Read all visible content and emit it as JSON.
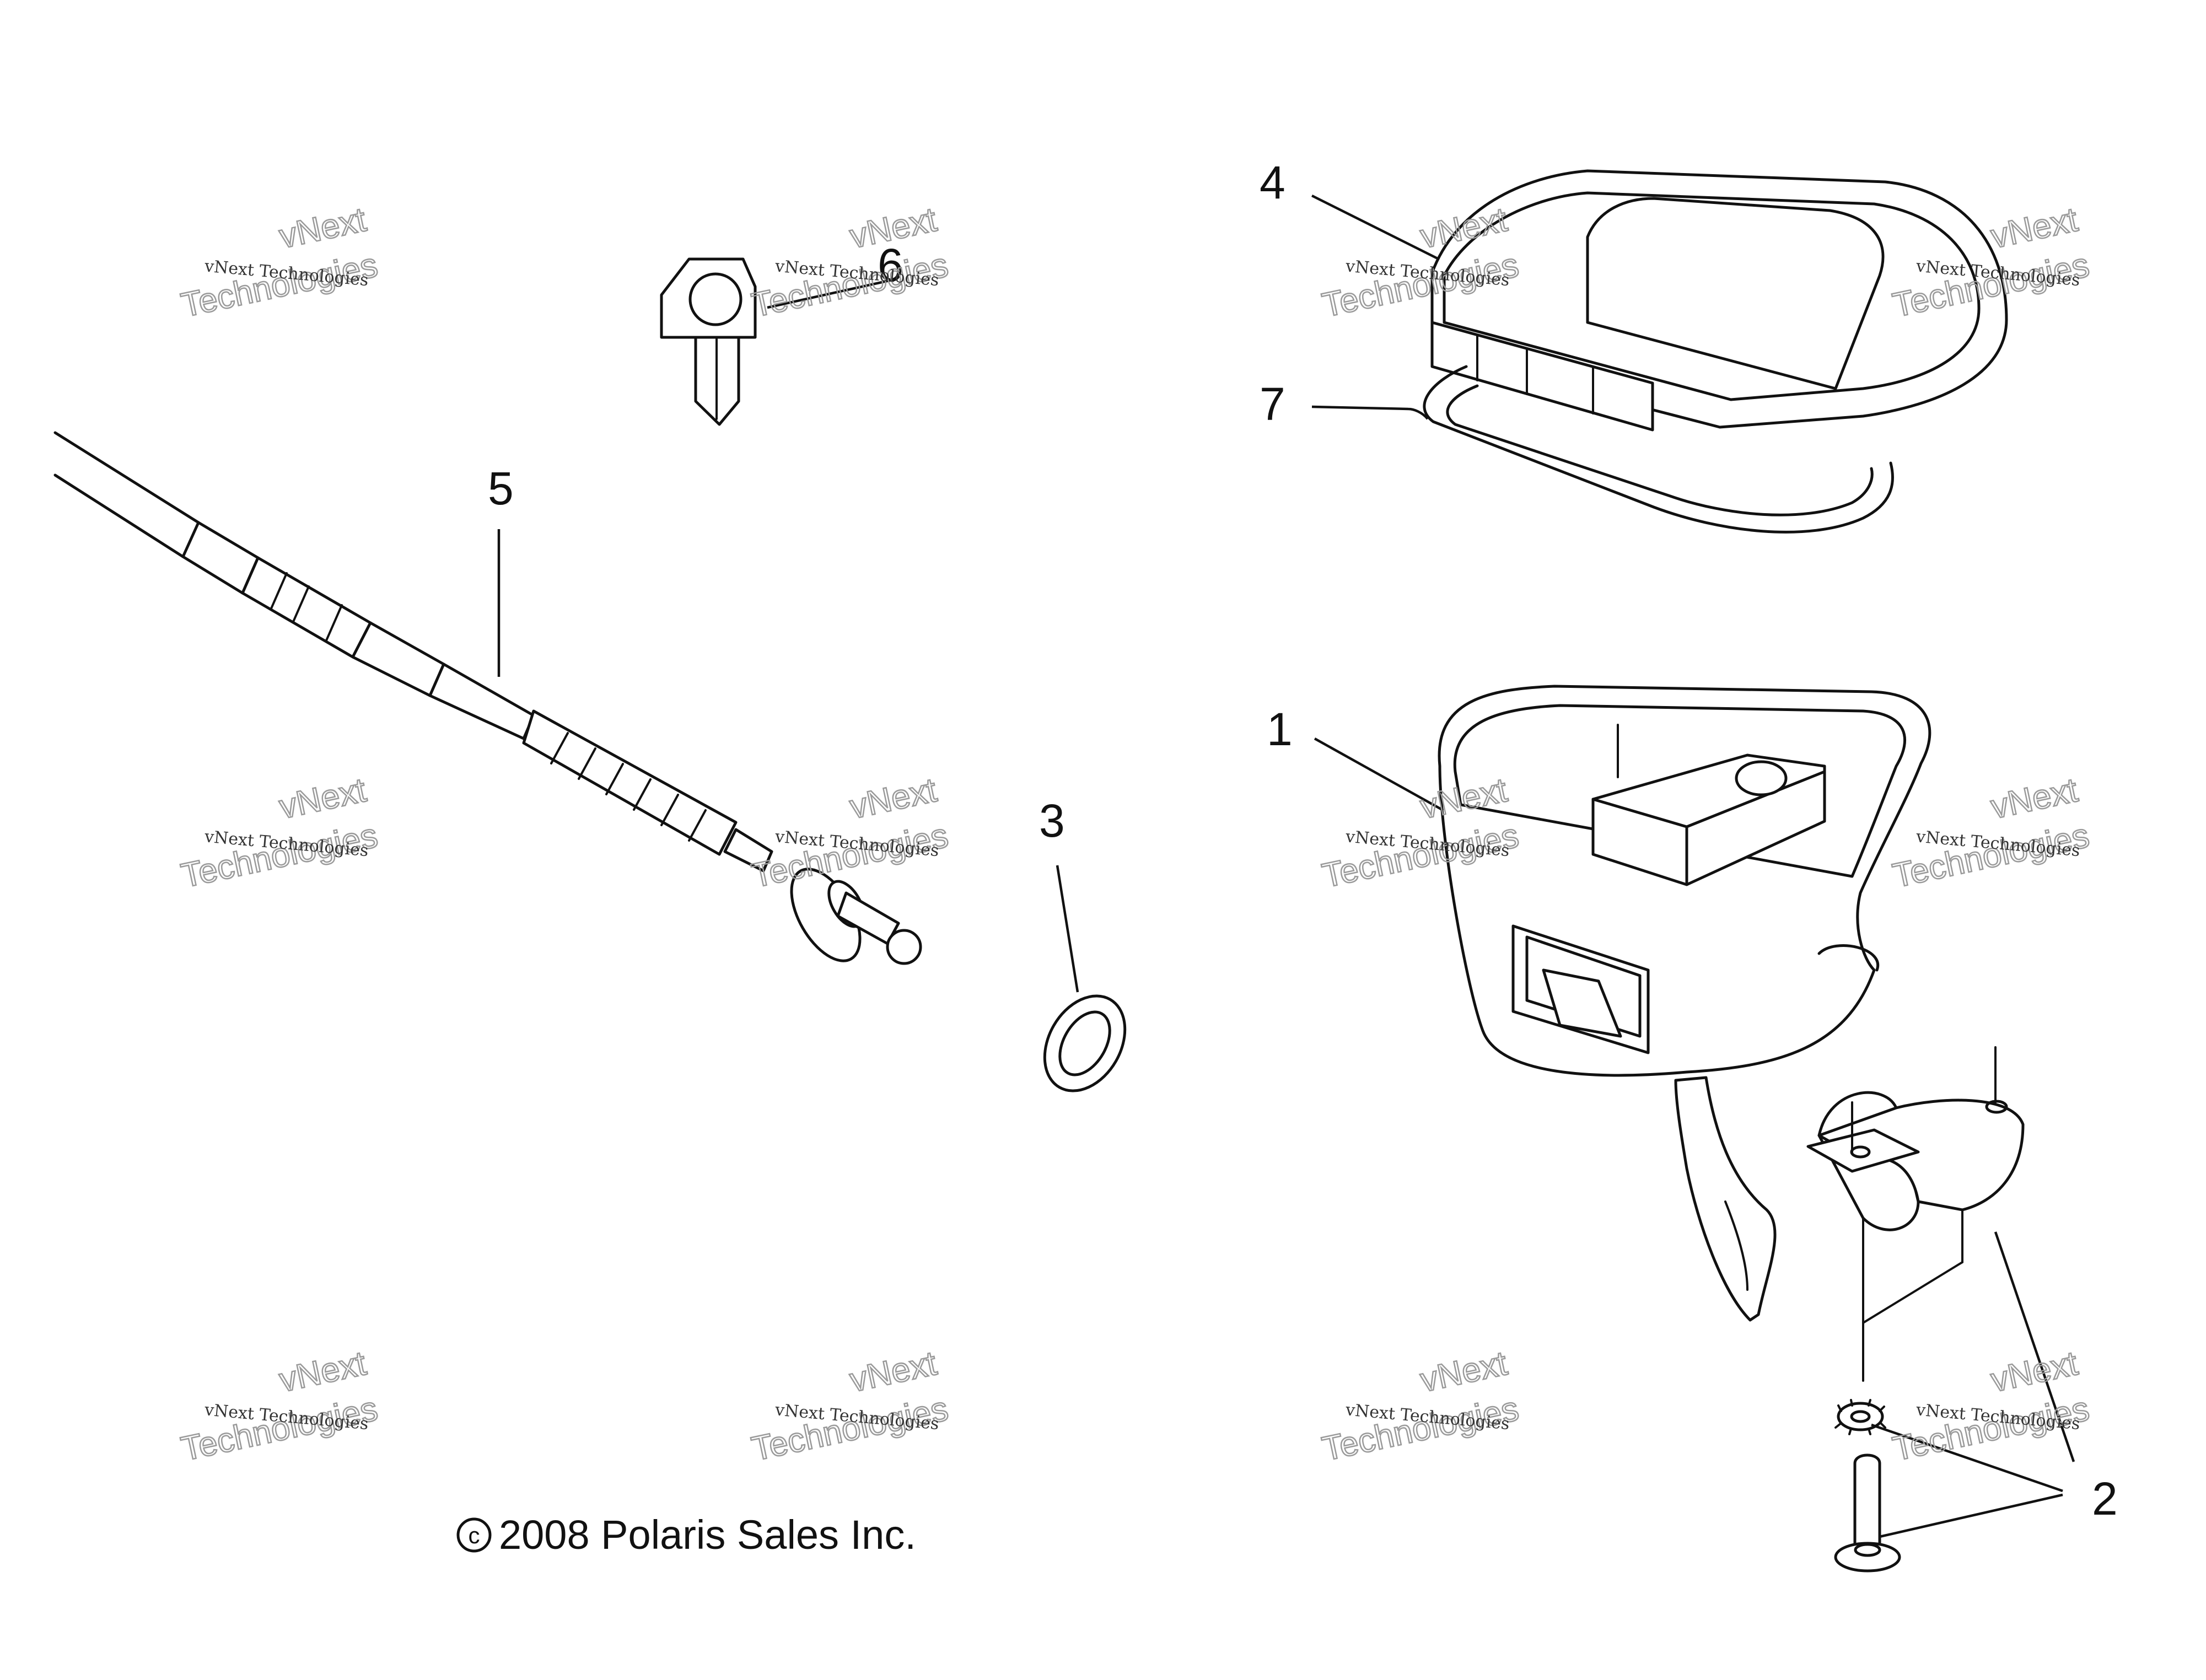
{
  "callouts": {
    "c1": "1",
    "c2": "2",
    "c3": "3",
    "c4": "4",
    "c5": "5",
    "c6": "6",
    "c7": "7"
  },
  "copyright": "2008 Polaris Sales Inc.",
  "watermark": {
    "line_small": "vNext Technologies",
    "line_big_1": "vNext",
    "line_big_2": "Technologies"
  }
}
